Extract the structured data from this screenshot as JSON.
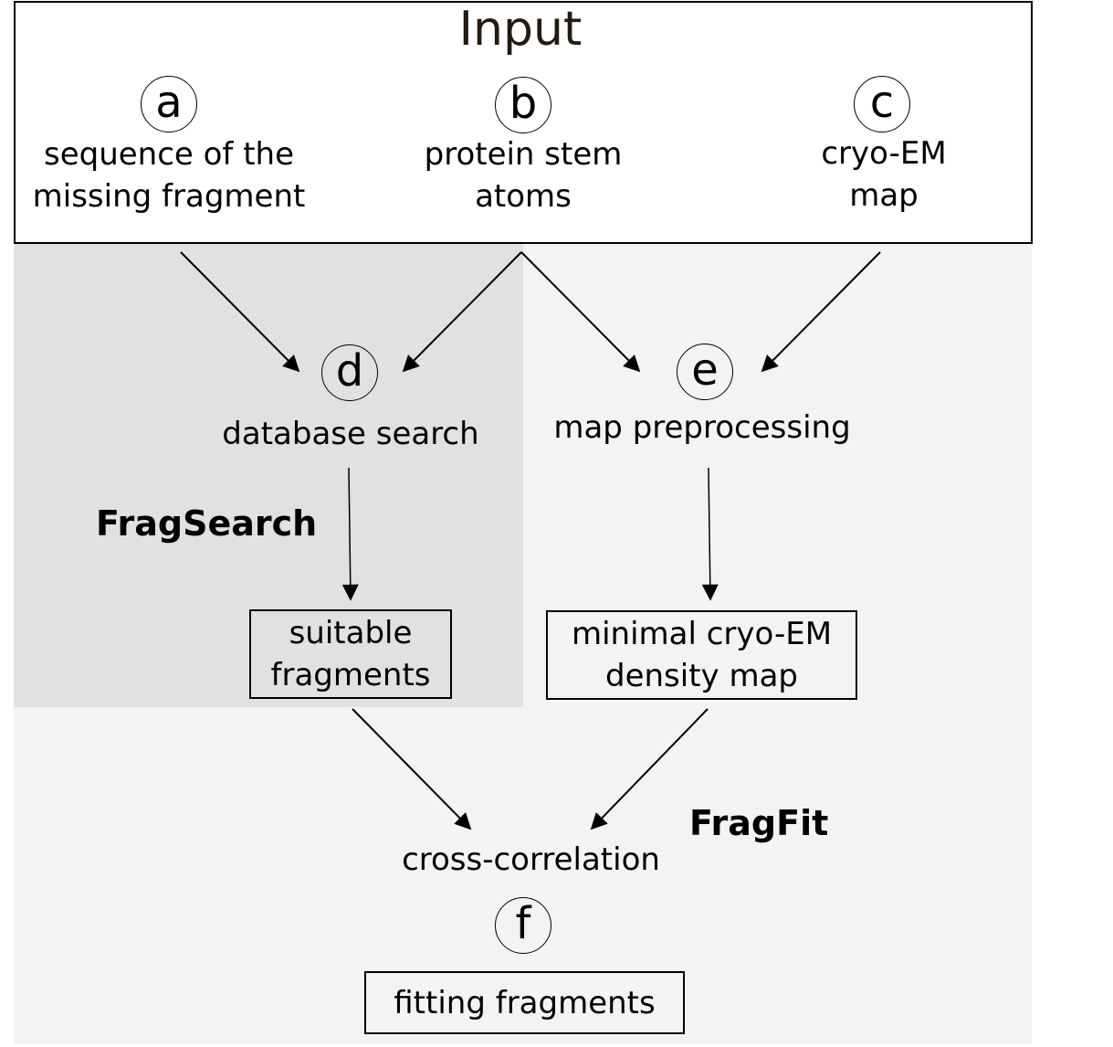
{
  "input": {
    "title": "Input",
    "items": [
      {
        "letter": "a",
        "label": "sequence of the\nmissing fragment"
      },
      {
        "letter": "b",
        "label": "protein stem\natoms"
      },
      {
        "letter": "c",
        "label": "cryo-EM\nmap"
      }
    ]
  },
  "steps": {
    "d": {
      "letter": "d",
      "label": "database search"
    },
    "e": {
      "letter": "e",
      "label": "map preprocessing"
    },
    "f": {
      "letter": "f"
    }
  },
  "tools": {
    "fragsearch": "FragSearch",
    "fragfit": "FragFit"
  },
  "boxes": {
    "suitable": "suitable\nfragments",
    "minimal": "minimal cryo-EM\ndensity map",
    "fitting": "fitting fragments"
  },
  "cross_correlation": "cross-correlation",
  "colors": {
    "left_panel": "#e1e1e1",
    "main_panel": "#f3f3f3",
    "title_text": "#231a10"
  }
}
